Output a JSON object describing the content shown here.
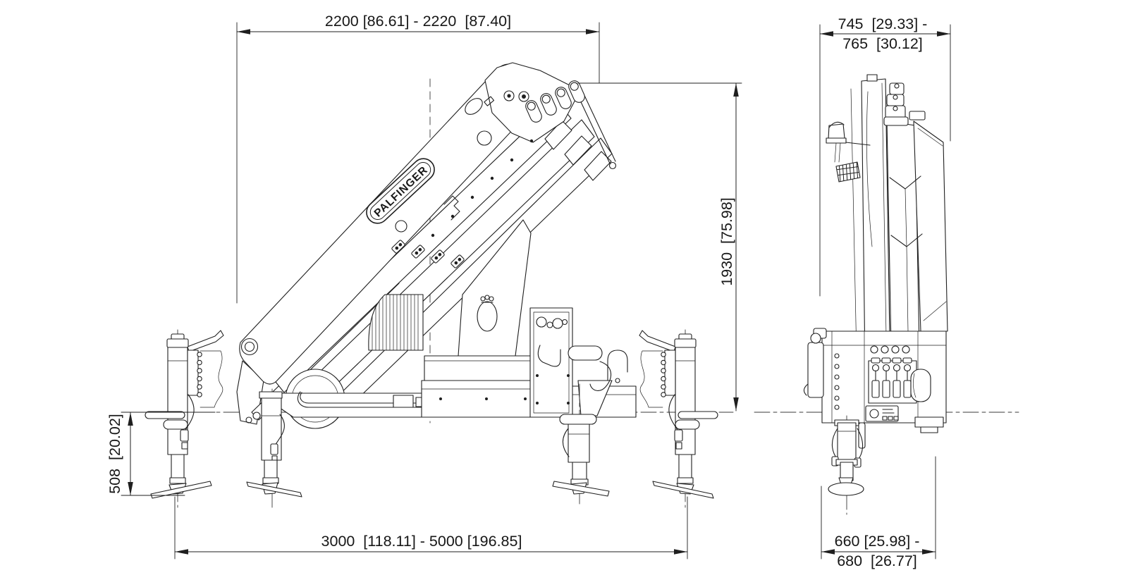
{
  "brand": "PALFINGER",
  "dimensions": {
    "boom_transport_width": "2200 [86.61] - 2220  [87.40]",
    "rear_width_line1": "745  [29.33] -",
    "rear_width_line2": "765  [30.12]",
    "transport_height": "1930  [75.98]",
    "stabilizer_ground_clearance": "508  [20.02]",
    "stabilizer_spread": "3000  [118.11] - 5000 [196.85]",
    "rear_base_width_line1": "660 [25.98] -",
    "rear_base_width_line2": "680  [26.77]"
  },
  "colors": {
    "line": "#1f1f1f",
    "background": "#ffffff"
  }
}
